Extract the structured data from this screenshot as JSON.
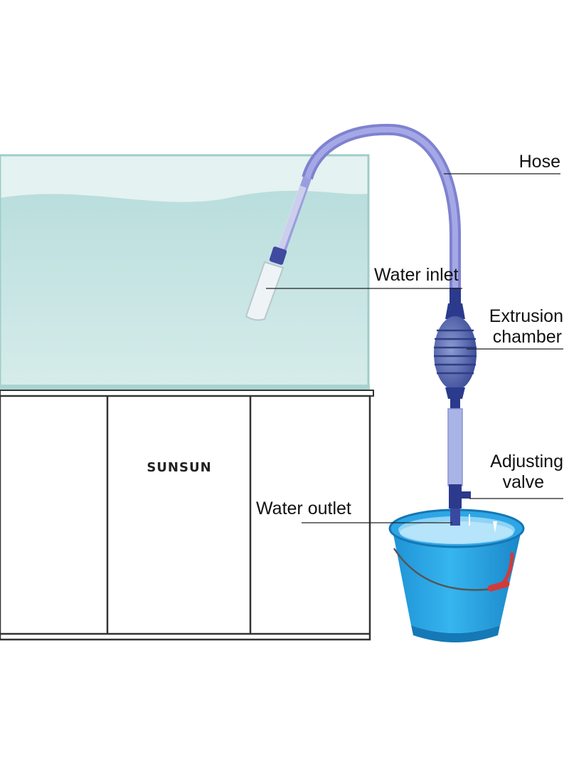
{
  "labels": {
    "hose": "Hose",
    "water_inlet": "Water inlet",
    "extrusion_line1": "Extrusion",
    "extrusion_line2": "chamber",
    "valve_line1": "Adjusting",
    "valve_line2": "valve",
    "water_outlet": "Water outlet"
  },
  "cabinet": {
    "brand": "SUNSUN"
  },
  "colors": {
    "water": "#c9e6e6",
    "tank_glass": "#e2f1f0",
    "hose": "#8f92d6",
    "pump_blue": "#2b3a8c",
    "bulb": "#5d6fb0",
    "bucket": "#29a9e8",
    "bucket_dark": "#1785c4",
    "handle_grip": "#d23a3a"
  },
  "icons": [
    "siphon-tube-icon",
    "squeeze-bulb-icon",
    "valve-icon",
    "bucket-icon"
  ]
}
